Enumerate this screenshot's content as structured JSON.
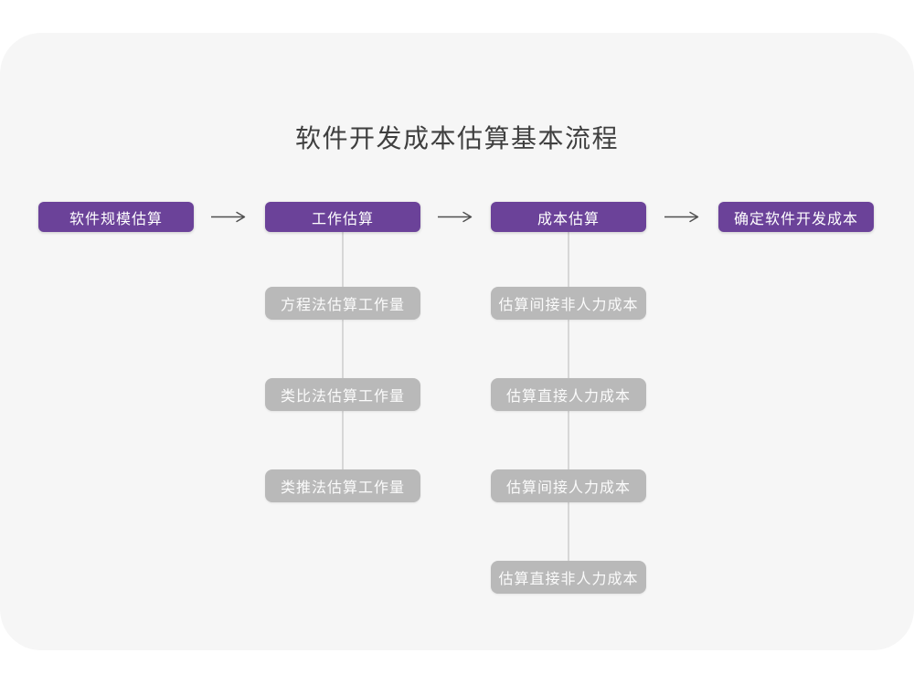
{
  "title": "软件开发成本估算基本流程",
  "colors": {
    "page_bg": "#ffffff",
    "card_bg": "#f6f6f6",
    "primary_node": "#6b4299",
    "sub_node": "#b9b9b9",
    "node_text": "#ffffff",
    "title_text": "#3f3f3f",
    "arrow": "#4f4f4f",
    "connector": "#d7d7d7"
  },
  "flow": {
    "main_steps": [
      "软件规模估算",
      "工作估算",
      "成本估算",
      "确定软件开发成本"
    ],
    "work_estimation_methods": [
      "方程法估算工作量",
      "类比法估算工作量",
      "类推法估算工作量"
    ],
    "cost_estimation_steps": [
      "估算间接非人力成本",
      "估算直接人力成本",
      "估算间接人力成本",
      "估算直接非人力成本"
    ]
  },
  "icons": {
    "arrow_right": "arrow-right-icon"
  }
}
